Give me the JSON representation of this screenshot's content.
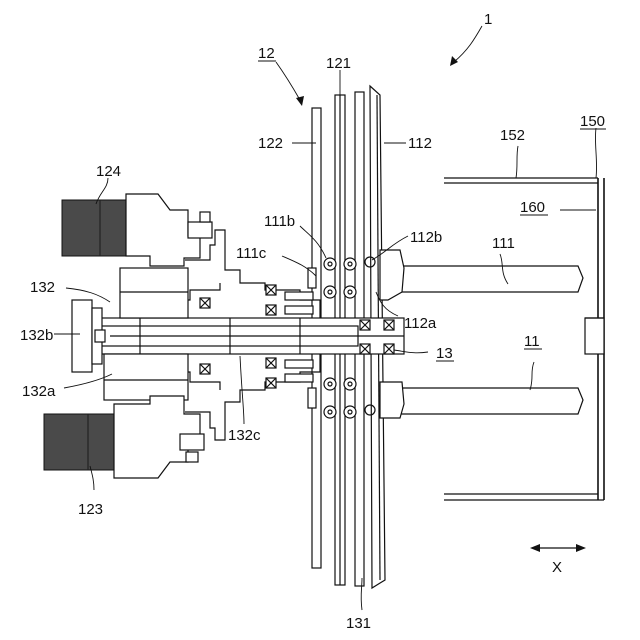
{
  "labels": {
    "ref_1": "1",
    "ref_12": "12",
    "ref_121": "121",
    "ref_122": "122",
    "ref_112": "112",
    "ref_152": "152",
    "ref_150": "150",
    "ref_160": "160",
    "ref_124": "124",
    "ref_111b": "111b",
    "ref_112b": "112b",
    "ref_111c": "111c",
    "ref_111": "111",
    "ref_132": "132",
    "ref_132b": "132b",
    "ref_112a": "112a",
    "ref_13": "13",
    "ref_11": "11",
    "ref_132a": "132a",
    "ref_132c": "132c",
    "ref_123": "123",
    "ref_131": "131",
    "axis_x": "X"
  }
}
